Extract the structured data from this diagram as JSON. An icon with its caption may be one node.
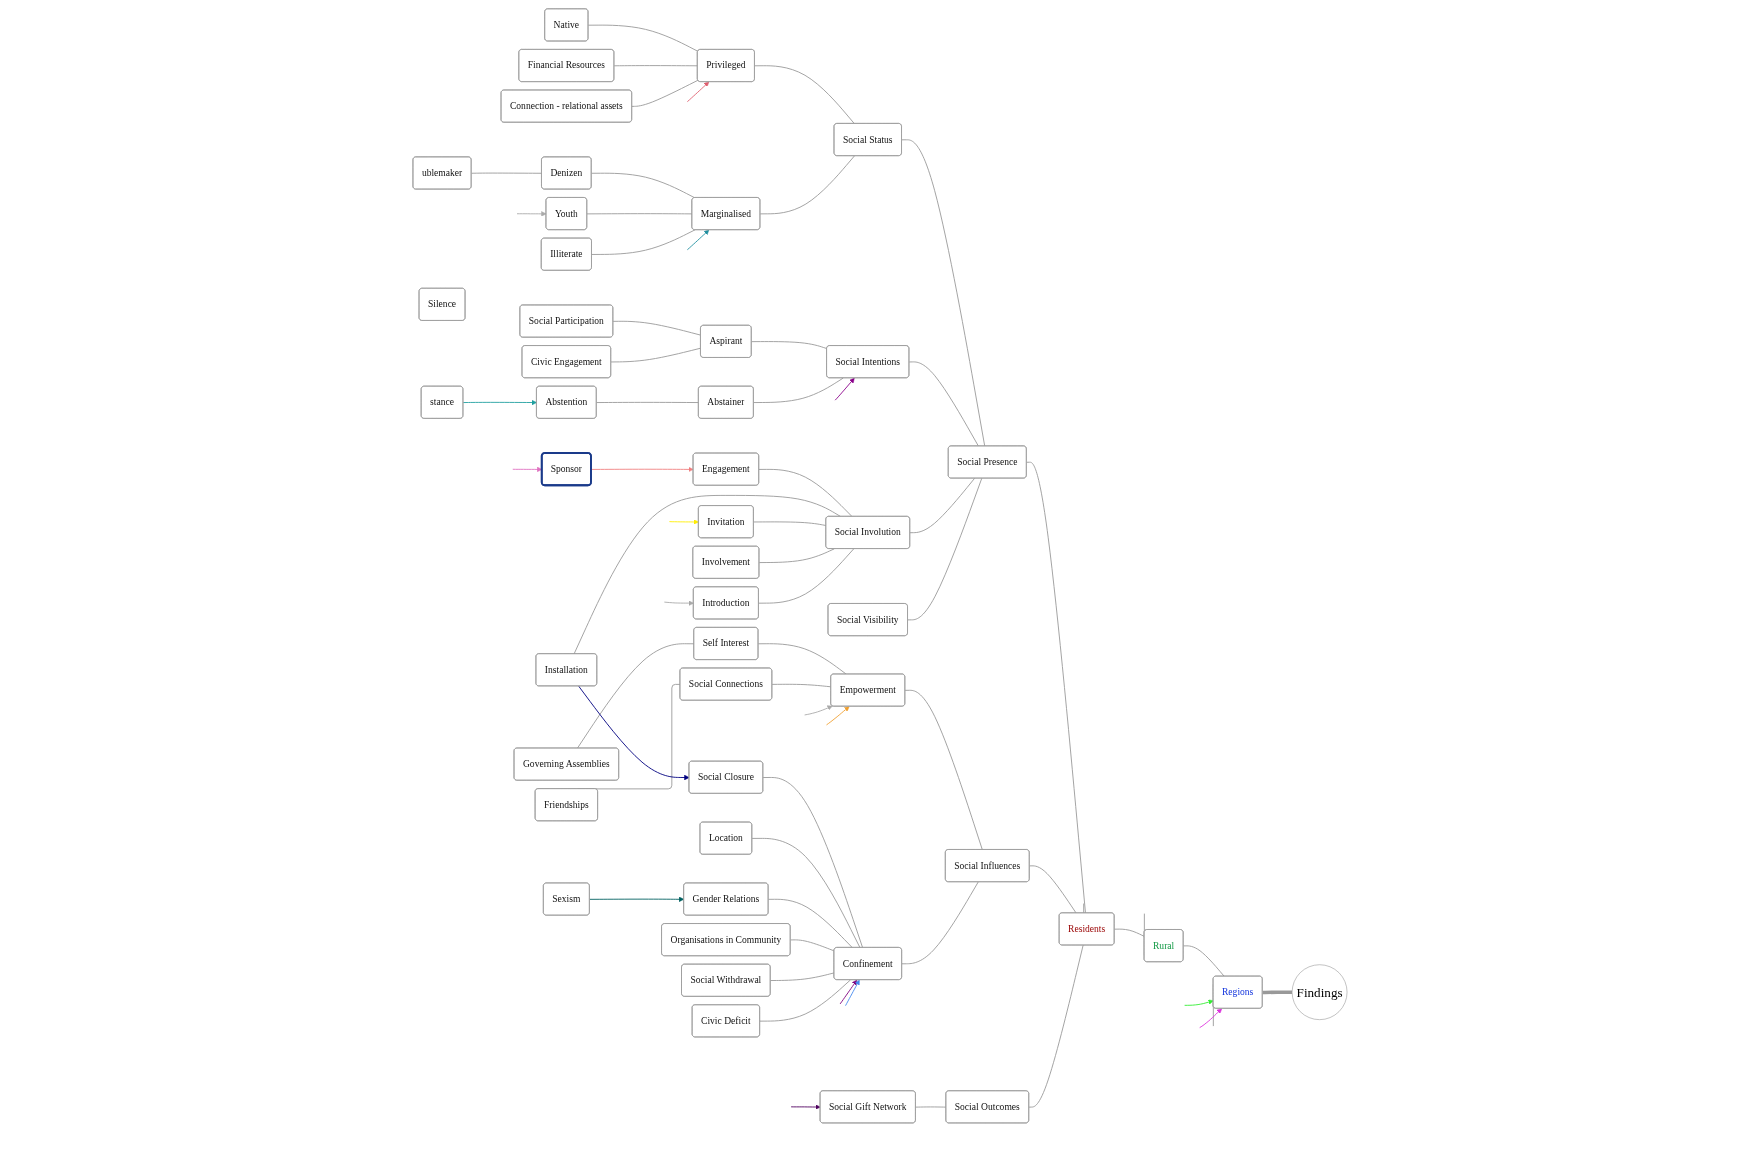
{
  "diagram": {
    "nodes": [
      {
        "text": [
          "Native"
        ]
      },
      {
        "text": [
          "Financial Resources"
        ]
      },
      {
        "text": [
          "Connection - relational assets"
        ]
      },
      {
        "text": [
          "Privileged"
        ]
      },
      {
        "text": [
          "ublemaker"
        ]
      },
      {
        "text": [
          "Denizen"
        ]
      },
      {
        "text": [
          "Youth"
        ]
      },
      {
        "text": [
          "Illiterate"
        ]
      },
      {
        "text": [
          "Marginalised"
        ]
      },
      {
        "text": [
          "Social Status"
        ]
      },
      {
        "text": [
          "Social Participation"
        ]
      },
      {
        "text": [
          "Civic Engagement"
        ]
      },
      {
        "text": [
          "Aspirant"
        ]
      },
      {
        "text": [
          "stance"
        ]
      },
      {
        "text": [
          "Abstention"
        ]
      },
      {
        "text": [
          "Abstainer"
        ]
      },
      {
        "text": [
          "Social Intentions"
        ]
      },
      {
        "text": [
          "Engagement"
        ]
      },
      {
        "text": [
          "Installation"
        ]
      },
      {
        "text": [
          "Sponsor"
        ]
      },
      {
        "text": [
          "Invitation"
        ]
      },
      {
        "text": [
          "Involvement"
        ]
      },
      {
        "text": [
          "Introduction"
        ]
      },
      {
        "text": [
          "Social Involution"
        ]
      },
      {
        "text": [
          "Social Visibility"
        ]
      },
      {
        "text": [
          "Social Presence"
        ]
      },
      {
        "text": [
          "Governing Assemblies"
        ]
      },
      {
        "text": [
          "Self Interest"
        ]
      },
      {
        "text": [
          "Friendships"
        ]
      },
      {
        "text": [
          "Social Connections"
        ]
      },
      {
        "text": [
          "Empowerment"
        ]
      },
      {
        "text": [
          "Silence"
        ]
      },
      {
        "text": [
          "Social Closure"
        ]
      },
      {
        "text": [
          "Location"
        ]
      },
      {
        "text": [
          "Sexism"
        ]
      },
      {
        "text": [
          "Gender Relations"
        ]
      },
      {
        "text": [
          "Organisations in Community"
        ]
      },
      {
        "text": [
          "Social Withdrawal"
        ]
      },
      {
        "text": [
          "Civic Deficit"
        ]
      },
      {
        "text": [
          "Confinement"
        ]
      },
      {
        "text": [
          "Social Influences"
        ]
      },
      {
        "text": [
          "Social Gift Network"
        ]
      },
      {
        "text": [
          "Social Outcomes"
        ]
      },
      {
        "text": [
          "Residents"
        ]
      },
      {
        "text": [
          "Rural"
        ]
      },
      {
        "text": [
          "Regions"
        ]
      },
      {
        "text": [
          "Findings"
        ]
      }
    ],
    "edges": [
      {
        "from": 0,
        "to": 3,
        "arrow": "none"
      },
      {
        "from": 1,
        "to": 3,
        "arrow": "none"
      },
      {
        "from": 2,
        "to": 3,
        "arrow": "none"
      },
      {
        "from": 4,
        "to": 5,
        "arrow": "none"
      },
      {
        "from": 5,
        "to": 8,
        "arrow": "none"
      },
      {
        "from": 6,
        "to": 8,
        "arrow": "none"
      },
      {
        "from": 7,
        "to": 8,
        "arrow": "none"
      },
      {
        "from": 3,
        "to": 9,
        "arrow": "none"
      },
      {
        "from": 8,
        "to": 9,
        "arrow": "none"
      },
      {
        "from": 10,
        "to": 12,
        "arrow": "none"
      },
      {
        "from": 11,
        "to": 12,
        "arrow": "none"
      },
      {
        "from": 14,
        "to": 15,
        "arrow": "none"
      },
      {
        "from": 12,
        "to": 16,
        "arrow": "none"
      },
      {
        "from": 15,
        "to": 16,
        "arrow": "none"
      },
      {
        "from": 17,
        "to": 23,
        "arrow": "none"
      },
      {
        "from": 18,
        "to": 23,
        "arrow": "none"
      },
      {
        "from": 20,
        "to": 23,
        "arrow": "none"
      },
      {
        "from": 21,
        "to": 23,
        "arrow": "none"
      },
      {
        "from": 22,
        "to": 23,
        "arrow": "none"
      },
      {
        "from": 9,
        "to": 25,
        "arrow": "none"
      },
      {
        "from": 16,
        "to": 25,
        "arrow": "none"
      },
      {
        "from": 23,
        "to": 25,
        "arrow": "none"
      },
      {
        "from": 24,
        "to": 25,
        "arrow": "none"
      },
      {
        "from": 26,
        "to": 27,
        "arrow": "none"
      },
      {
        "from": 28,
        "to": 29,
        "arrow": "none"
      },
      {
        "from": 27,
        "to": 30,
        "arrow": "none"
      },
      {
        "from": 29,
        "to": 30,
        "arrow": "none"
      },
      {
        "from": 32,
        "to": 39,
        "arrow": "none"
      },
      {
        "from": 33,
        "to": 39,
        "arrow": "none"
      },
      {
        "from": 35,
        "to": 39,
        "arrow": "none"
      },
      {
        "from": 36,
        "to": 39,
        "arrow": "none"
      },
      {
        "from": 37,
        "to": 39,
        "arrow": "none"
      },
      {
        "from": 38,
        "to": 39,
        "arrow": "none"
      },
      {
        "from": 30,
        "to": 40,
        "arrow": "none"
      },
      {
        "from": 39,
        "to": 40,
        "arrow": "none"
      },
      {
        "from": 41,
        "to": 42,
        "arrow": "none"
      },
      {
        "from": 25,
        "to": 43,
        "arrow": "none"
      },
      {
        "from": 40,
        "to": 43,
        "arrow": "none"
      },
      {
        "from": 42,
        "to": 43,
        "arrow": "none"
      },
      {
        "from": null,
        "to": 43,
        "arrow": "none"
      },
      {
        "from": 43,
        "to": 44,
        "arrow": "none"
      },
      {
        "from": null,
        "to": 44,
        "arrow": "none"
      },
      {
        "from": 44,
        "to": 45,
        "arrow": "none"
      },
      {
        "from": null,
        "to": 45,
        "arrow": "none"
      },
      {
        "from": 45,
        "to": 46,
        "arrow": "none",
        "style": "thick"
      },
      {
        "from": null,
        "to": 3,
        "arrow": "to",
        "color": "#e06070"
      },
      {
        "from": null,
        "to": 6,
        "arrow": "to",
        "color": "#aaaaaa"
      },
      {
        "from": null,
        "to": 8,
        "arrow": "to",
        "color": "#2090a0"
      },
      {
        "from": null,
        "to": 16,
        "arrow": "to",
        "color": "#8b008b"
      },
      {
        "from": 13,
        "to": 14,
        "arrow": "to",
        "color": "#20a0a0"
      },
      {
        "from": 19,
        "to": 17,
        "arrow": "to",
        "color": "#f08080"
      },
      {
        "from": null,
        "to": 19,
        "arrow": "to",
        "color": "#e070c0"
      },
      {
        "from": null,
        "to": 20,
        "arrow": "to",
        "color": "#ffee00"
      },
      {
        "from": null,
        "to": 22,
        "arrow": "to",
        "color": "#aaaaaa"
      },
      {
        "from": null,
        "to": 30,
        "arrow": "to",
        "color": "#aaaaaa"
      },
      {
        "from": null,
        "to": 30,
        "arrow": "to",
        "color": "#f0a030"
      },
      {
        "from": 18,
        "to": 32,
        "arrow": "to",
        "color": "#000080"
      },
      {
        "from": 34,
        "to": 35,
        "arrow": "to",
        "color": "#006060"
      },
      {
        "from": null,
        "to": 39,
        "arrow": "to",
        "color": "#800080"
      },
      {
        "from": null,
        "to": 39,
        "arrow": "to",
        "color": "#4488ee"
      },
      {
        "from": null,
        "to": 41,
        "arrow": "to",
        "color": "#500060"
      },
      {
        "from": null,
        "to": 45,
        "arrow": "to",
        "color": "#33ee33"
      },
      {
        "from": null,
        "to": 45,
        "arrow": "to",
        "color": "#dd33dd"
      }
    ]
  }
}
